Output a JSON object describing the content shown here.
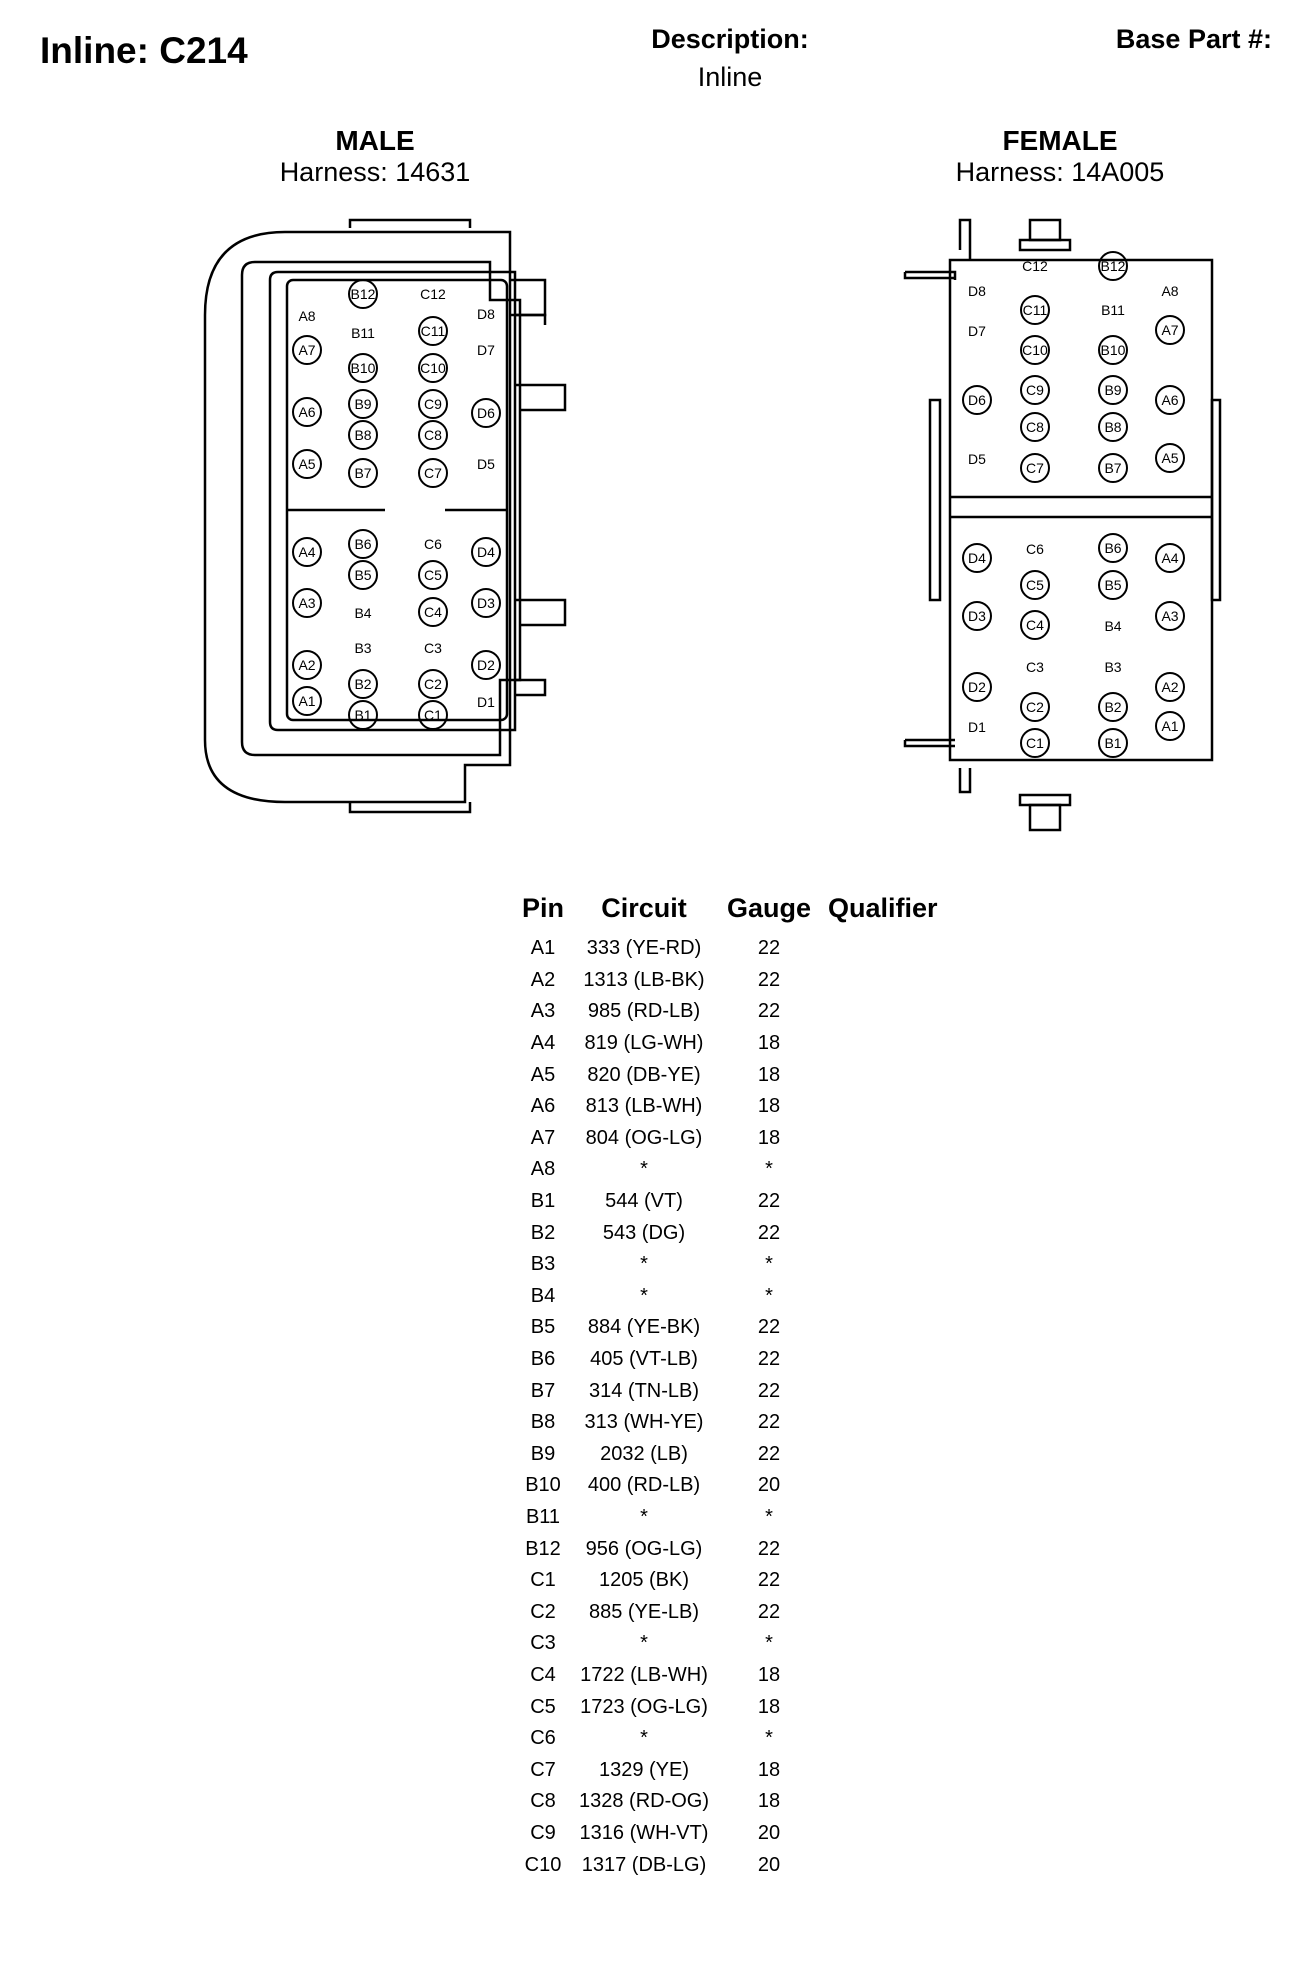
{
  "header": {
    "title": "Inline: C214",
    "description_label": "Description:",
    "description_value": "Inline",
    "base_part_label": "Base Part #:"
  },
  "male": {
    "gender": "MALE",
    "harness": "Harness: 14631"
  },
  "female": {
    "gender": "FEMALE",
    "harness": "Harness: 14A005"
  },
  "table": {
    "headers": [
      "Pin",
      "Circuit",
      "Gauge",
      "Qualifier"
    ],
    "rows": [
      [
        "A1",
        "333 (YE-RD)",
        "22",
        ""
      ],
      [
        "A2",
        "1313 (LB-BK)",
        "22",
        ""
      ],
      [
        "A3",
        "985 (RD-LB)",
        "22",
        ""
      ],
      [
        "A4",
        "819 (LG-WH)",
        "18",
        ""
      ],
      [
        "A5",
        "820 (DB-YE)",
        "18",
        ""
      ],
      [
        "A6",
        "813 (LB-WH)",
        "18",
        ""
      ],
      [
        "A7",
        "804 (OG-LG)",
        "18",
        ""
      ],
      [
        "A8",
        "*",
        "*",
        ""
      ],
      [
        "B1",
        "544 (VT)",
        "22",
        ""
      ],
      [
        "B2",
        "543 (DG)",
        "22",
        ""
      ],
      [
        "B3",
        "*",
        "*",
        ""
      ],
      [
        "B4",
        "*",
        "*",
        ""
      ],
      [
        "B5",
        "884 (YE-BK)",
        "22",
        ""
      ],
      [
        "B6",
        "405 (VT-LB)",
        "22",
        ""
      ],
      [
        "B7",
        "314 (TN-LB)",
        "22",
        ""
      ],
      [
        "B8",
        "313 (WH-YE)",
        "22",
        ""
      ],
      [
        "B9",
        "2032 (LB)",
        "22",
        ""
      ],
      [
        "B10",
        "400 (RD-LB)",
        "20",
        ""
      ],
      [
        "B11",
        "*",
        "*",
        ""
      ],
      [
        "B12",
        "956 (OG-LG)",
        "22",
        ""
      ],
      [
        "C1",
        "1205 (BK)",
        "22",
        ""
      ],
      [
        "C2",
        "885 (YE-LB)",
        "22",
        ""
      ],
      [
        "C3",
        "*",
        "*",
        ""
      ],
      [
        "C4",
        "1722 (LB-WH)",
        "18",
        ""
      ],
      [
        "C5",
        "1723 (OG-LG)",
        "18",
        ""
      ],
      [
        "C6",
        "*",
        "*",
        ""
      ],
      [
        "C7",
        "1329 (YE)",
        "18",
        ""
      ],
      [
        "C8",
        "1328 (RD-OG)",
        "18",
        ""
      ],
      [
        "C9",
        "1316 (WH-VT)",
        "20",
        ""
      ],
      [
        "C10",
        "1317 (DB-LG)",
        "20",
        ""
      ]
    ]
  },
  "male_pins": {
    "circled": [
      "B12",
      "C11",
      "A7",
      "B10",
      "C10",
      "A6",
      "B9",
      "C9",
      "D6",
      "B8",
      "C8",
      "A5",
      "B7",
      "C7",
      "A4",
      "B6",
      "D4",
      "B5",
      "C5",
      "A3",
      "C4",
      "D3",
      "A2",
      "B2",
      "C2",
      "D2",
      "A1",
      "B1",
      "C1"
    ],
    "plain": [
      "C12",
      "A8",
      "B11",
      "D8",
      "D7",
      "D5",
      "C6",
      "B4",
      "B3",
      "C3",
      "D1"
    ]
  },
  "female_pins": {
    "circled": [
      "B12",
      "C11",
      "A7",
      "C10",
      "B10",
      "D6",
      "C9",
      "B9",
      "A6",
      "C8",
      "B8",
      "C7",
      "B7",
      "A5",
      "D4",
      "B6",
      "A4",
      "C5",
      "B5",
      "D3",
      "C4",
      "A3",
      "D2",
      "A2",
      "C2",
      "B2",
      "A1",
      "C1",
      "B1"
    ],
    "plain": [
      "C12",
      "D8",
      "A8",
      "B11",
      "D7",
      "D5",
      "C6",
      "B4",
      "C3",
      "B3",
      "D1"
    ]
  }
}
